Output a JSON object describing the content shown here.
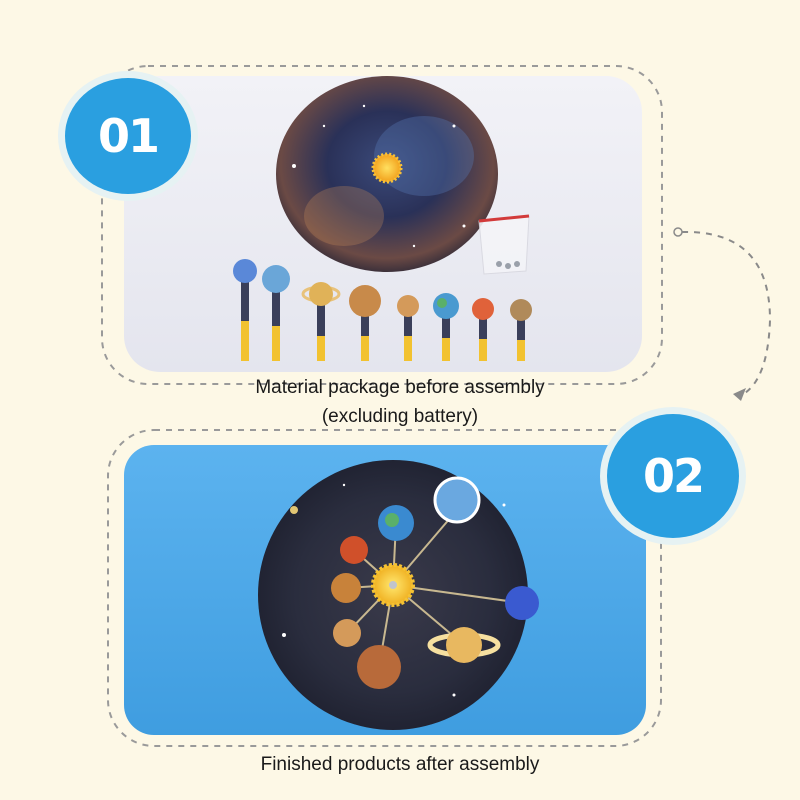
{
  "step1": {
    "number": "01",
    "caption_line1": "Material package before assembly",
    "caption_line2": "(excluding battery)"
  },
  "step2": {
    "number": "02",
    "caption": "Finished products after assembly"
  },
  "colors": {
    "background": "#fdf8e6",
    "badge": "#2a9fe0",
    "panel1": "#ececf2",
    "panel2": "#4fa9e8",
    "dashed_border": "#9a9a9a"
  }
}
